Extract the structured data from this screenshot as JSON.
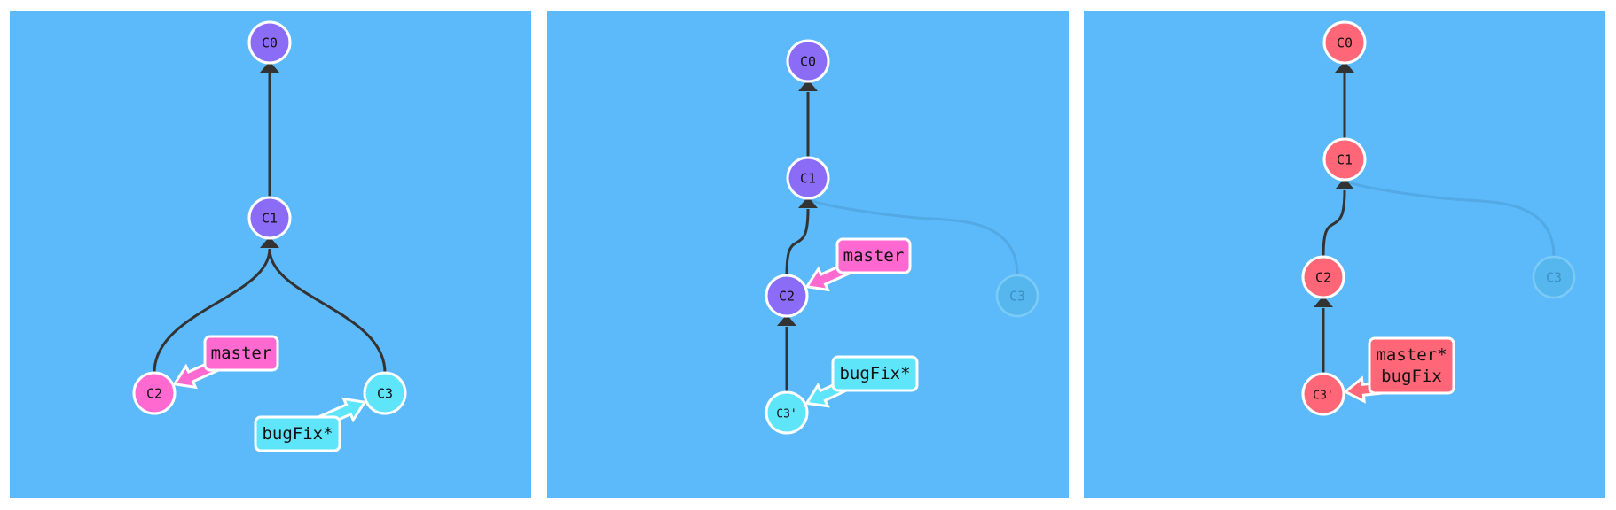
{
  "colors": {
    "panel_bg": "#5DBAFA",
    "purple": "#8B6CF6",
    "pink": "#FF69D0",
    "cyan": "#5EE5F9",
    "red": "#FF6779",
    "faded": "#56B6EE",
    "edge": "#333333",
    "white": "#ffffff"
  },
  "panels": [
    {
      "nodes": [
        {
          "id": "C0",
          "label": "C0",
          "color": "purple"
        },
        {
          "id": "C1",
          "label": "C1",
          "color": "purple"
        },
        {
          "id": "C2",
          "label": "C2",
          "color": "pink"
        },
        {
          "id": "C3",
          "label": "C3",
          "color": "cyan"
        }
      ],
      "edges": [
        {
          "from": "C1",
          "to": "C0"
        },
        {
          "from": "C2",
          "to": "C1"
        },
        {
          "from": "C3",
          "to": "C1"
        }
      ],
      "branches": [
        {
          "id": "master",
          "lines": [
            "master"
          ],
          "target": "C2",
          "color": "pink"
        },
        {
          "id": "bugFix",
          "lines": [
            "bugFix*"
          ],
          "target": "C3",
          "color": "cyan"
        }
      ]
    },
    {
      "nodes": [
        {
          "id": "C0",
          "label": "C0",
          "color": "purple"
        },
        {
          "id": "C1",
          "label": "C1",
          "color": "purple"
        },
        {
          "id": "C2",
          "label": "C2",
          "color": "purple"
        },
        {
          "id": "C3",
          "label": "C3",
          "color": "faded",
          "faded": true
        },
        {
          "id": "C3p",
          "label": "C3'",
          "color": "cyan"
        }
      ],
      "edges": [
        {
          "from": "C1",
          "to": "C0"
        },
        {
          "from": "C2",
          "to": "C1"
        },
        {
          "from": "C3",
          "to": "C1",
          "faded": true
        },
        {
          "from": "C3p",
          "to": "C2"
        }
      ],
      "branches": [
        {
          "id": "master",
          "lines": [
            "master"
          ],
          "target": "C2",
          "color": "pink"
        },
        {
          "id": "bugFix",
          "lines": [
            "bugFix*"
          ],
          "target": "C3p",
          "color": "cyan"
        }
      ]
    },
    {
      "nodes": [
        {
          "id": "C0",
          "label": "C0",
          "color": "red"
        },
        {
          "id": "C1",
          "label": "C1",
          "color": "red"
        },
        {
          "id": "C2",
          "label": "C2",
          "color": "red"
        },
        {
          "id": "C3",
          "label": "C3",
          "color": "faded",
          "faded": true
        },
        {
          "id": "C3p",
          "label": "C3'",
          "color": "red"
        }
      ],
      "edges": [
        {
          "from": "C1",
          "to": "C0"
        },
        {
          "from": "C2",
          "to": "C1"
        },
        {
          "from": "C3",
          "to": "C1",
          "faded": true
        },
        {
          "from": "C3p",
          "to": "C2"
        }
      ],
      "branches": [
        {
          "id": "master-bugfix",
          "lines": [
            "master*",
            "bugFix"
          ],
          "target": "C3p",
          "color": "red"
        }
      ]
    }
  ]
}
